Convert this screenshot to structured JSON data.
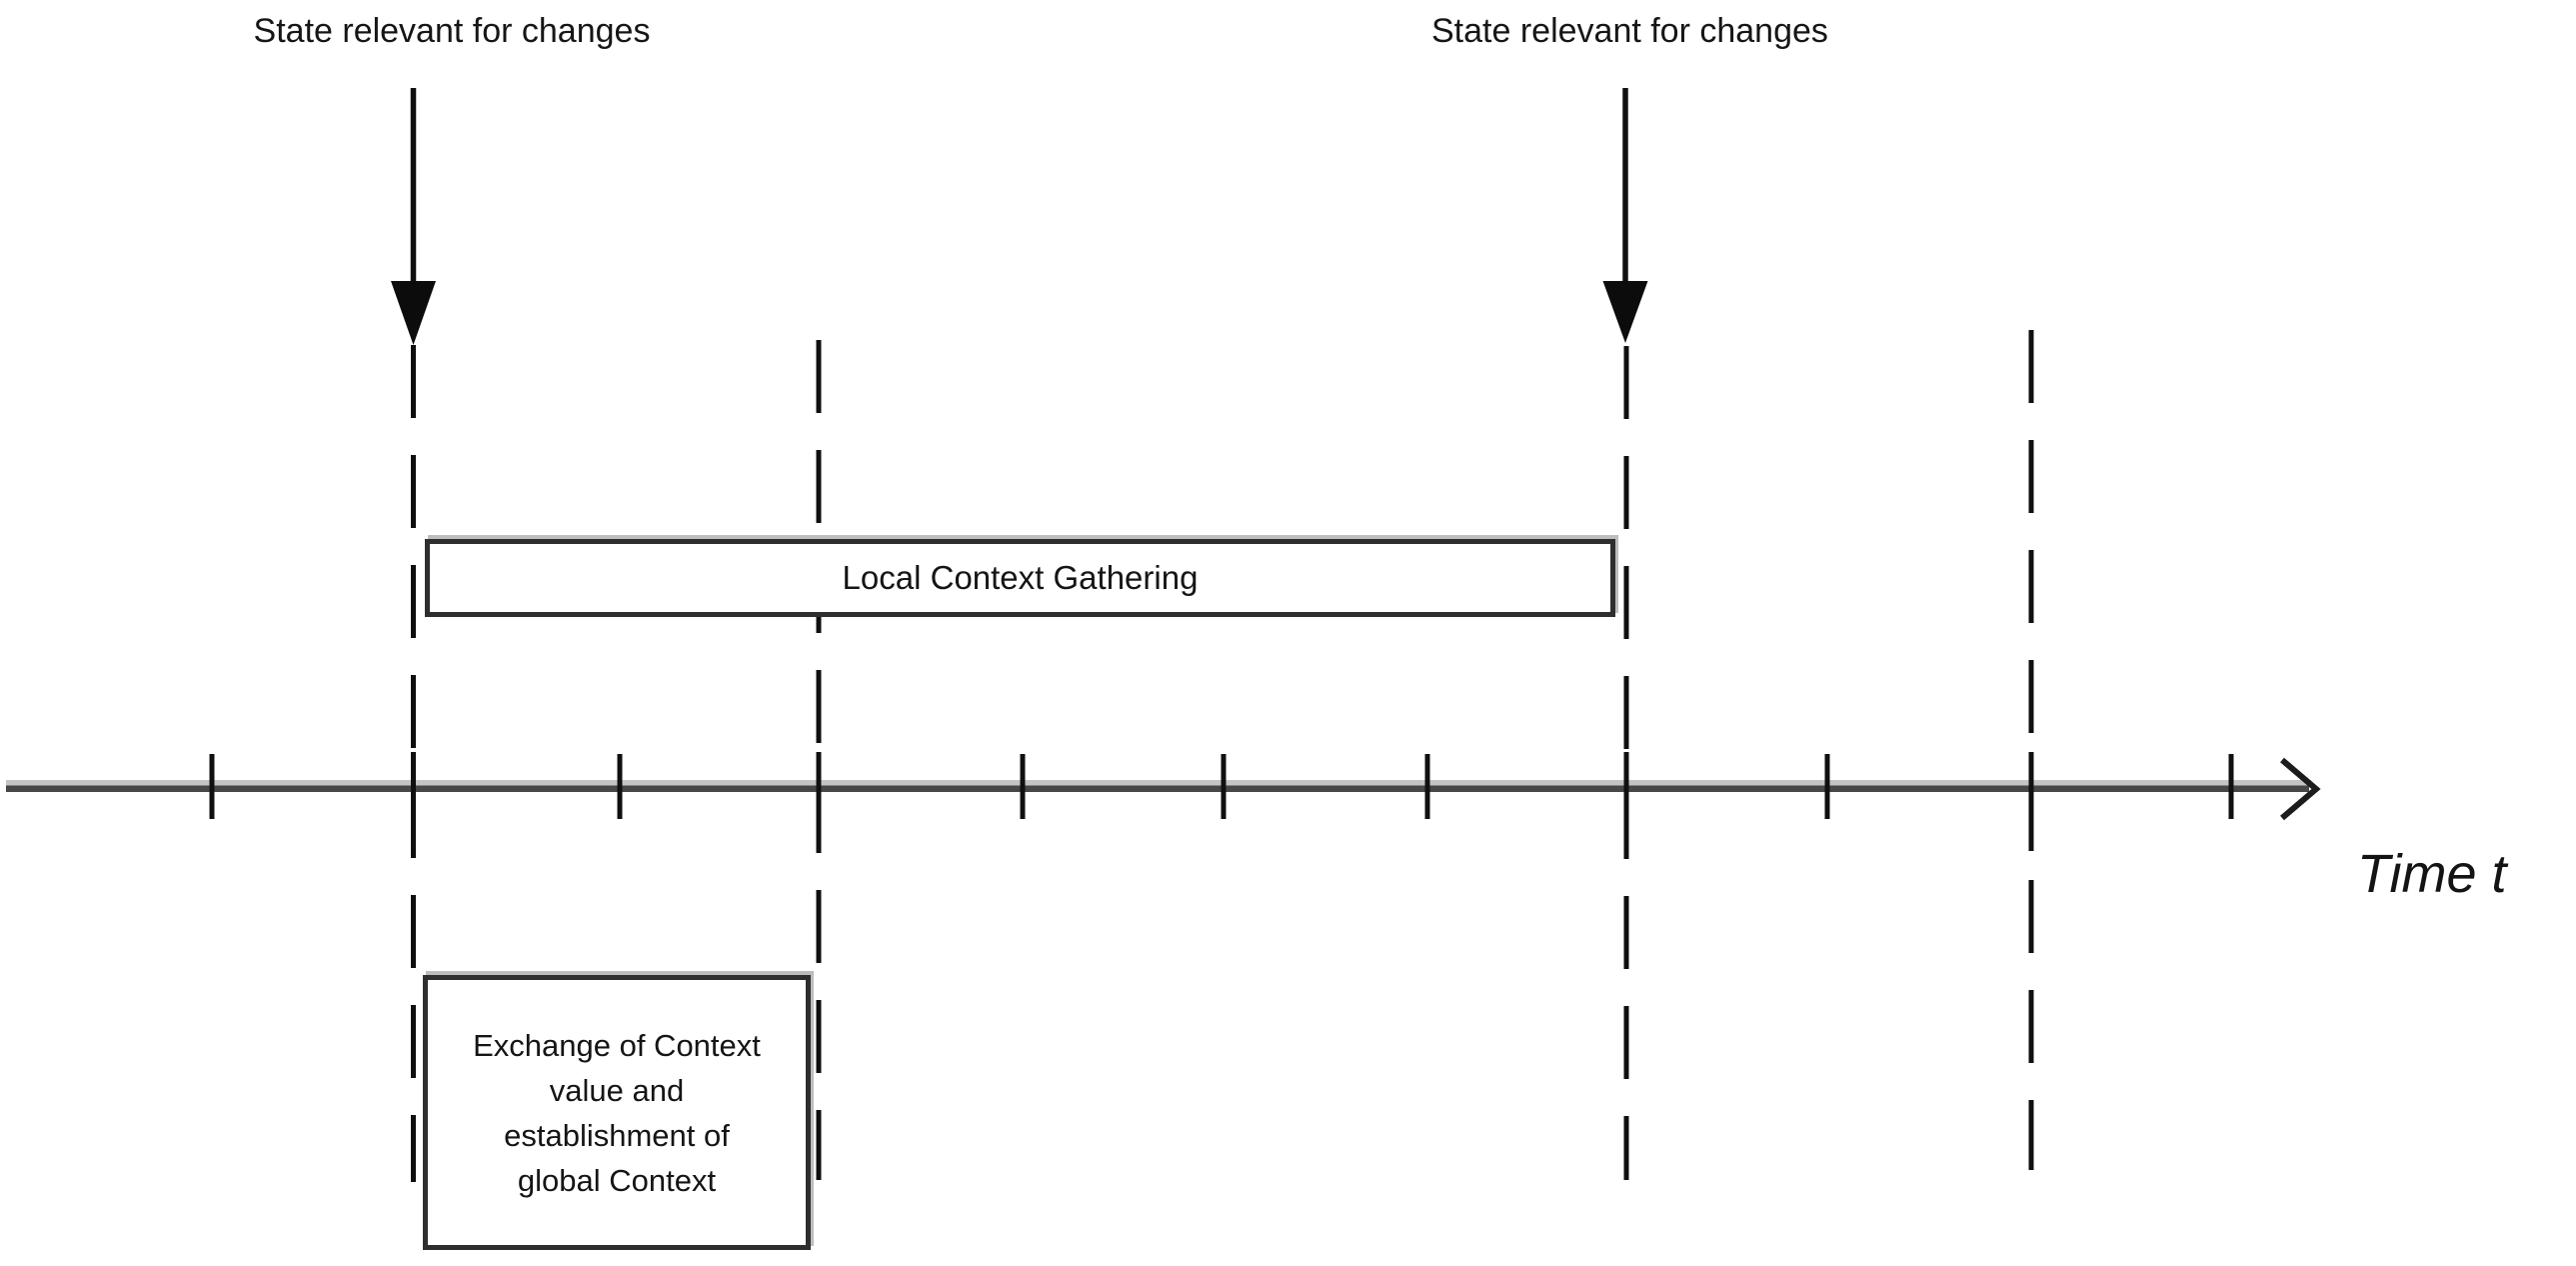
{
  "labels": {
    "state_change_left": "State relevant for changes",
    "state_change_right": "State relevant for changes",
    "time_axis": "Time t"
  },
  "boxes": {
    "local_context_gathering": {
      "label": "Local Context Gathering"
    },
    "context_exchange": {
      "label": "Exchange of Context value and establishment of global Context",
      "lines": [
        "Exchange of Context",
        "value and",
        "establishment of",
        "global Context"
      ]
    }
  },
  "icons": {
    "event_arrow_left": "filled-triangle-down",
    "event_arrow_right": "filled-triangle-down",
    "timeline_arrowhead": "chevron-right"
  },
  "colors": {
    "ink": "#101010",
    "timeline_dark": "#474747",
    "timeline_light": "#c4c4c4",
    "box_border": "#2e2e2e",
    "background": "#ffffff"
  },
  "timeline": {
    "tick_count": 11,
    "dashed_marker_count": 4,
    "event_arrow_count": 2
  }
}
